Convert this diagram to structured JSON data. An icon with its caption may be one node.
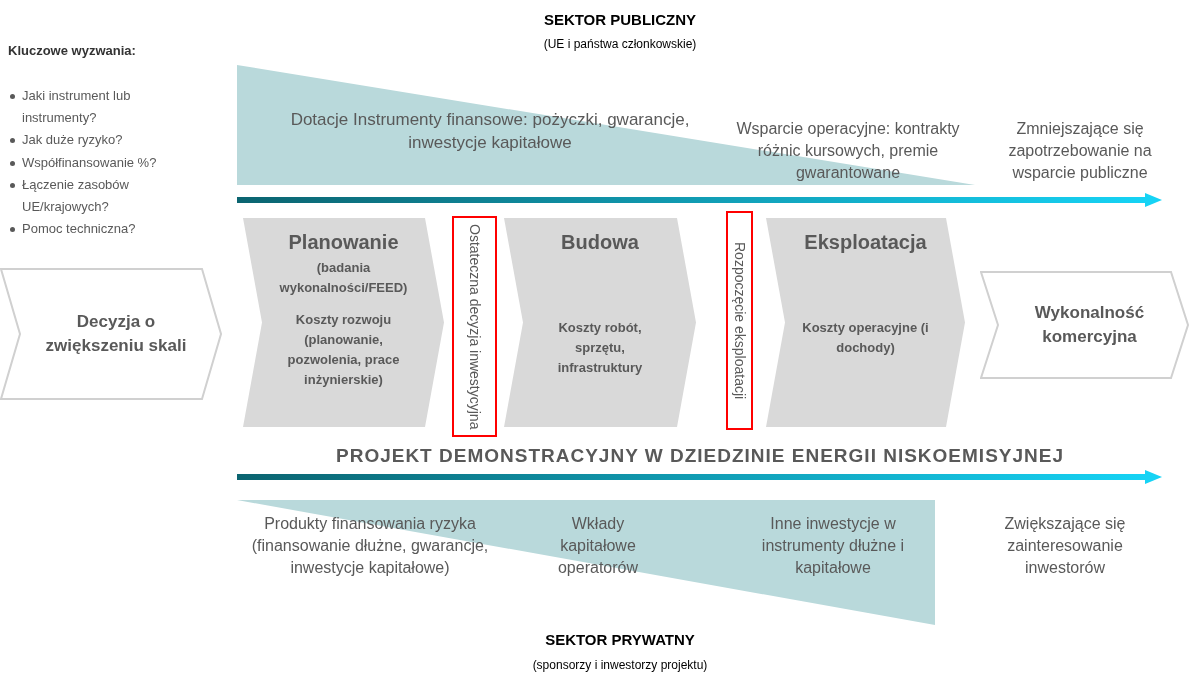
{
  "diagram": {
    "nodes": [
      {
        "text": [
          "Decyzja o zwiększeniu skali"
        ]
      },
      {
        "text": [
          "Planowanie",
          "(badania wykonalności/FEED)",
          "Koszty rozwoju (planowanie, pozwolenia, prace inżynierskie)"
        ]
      },
      {
        "text": [
          "Ostateczna decyzja inwestycyjna"
        ]
      },
      {
        "text": [
          "Budowa",
          "Koszty robót, sprzętu, infrastruktury"
        ]
      },
      {
        "text": [
          "Rozpoczęcie eksploatacji"
        ]
      },
      {
        "text": [
          "Eksploatacja",
          "Koszty operacyjne (i dochody)"
        ]
      },
      {
        "text": [
          "Wykonalność komercyjna"
        ]
      }
    ],
    "labels": [
      "SEKTOR PUBLICZNY",
      "(UE i państwa członkowskie)",
      "Kluczowe wyzwania:",
      "Jaki instrument lub instrumenty?",
      "Jak duże ryzyko?",
      "Współfinansowanie %?",
      "Łączenie zasobów UE/krajowych?",
      "Pomoc techniczna?",
      "Dotacje Instrumenty finansowe: pożyczki, gwarancje, inwestycje kapitałowe",
      "Wsparcie operacyjne: kontrakty różnic kursowych, premie gwarantowane",
      "Zmniejszające się zapotrzebowanie na wsparcie publiczne",
      "PROJEKT DEMONSTRACYJNY W DZIEDZINIE ENERGII NISKOEMISYJNEJ",
      "Produkty finansowania ryzyka (finansowanie dłużne, gwarancje, inwestycje kapitałowe)",
      "Wkłady kapitałowe operatorów",
      "Inne inwestycje w instrumenty dłużne i kapitałowe",
      "Zwiększające się zainteresowanie inwestorów",
      "SEKTOR PRYWATNY",
      "(sponsorzy i inwestorzy projektu)"
    ]
  }
}
